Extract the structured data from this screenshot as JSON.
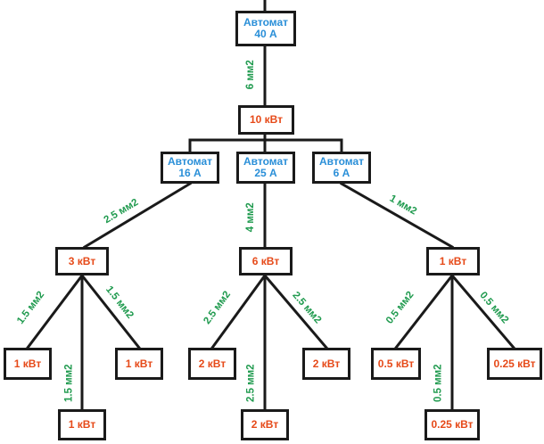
{
  "colors": {
    "line": "#1a1a1a",
    "breaker_text": "#2a8fd8",
    "load_text": "#e64a19",
    "wire_text": "#1f9a4e"
  },
  "main_breaker": {
    "line1": "Автомат",
    "line2": "40 А"
  },
  "main_wire": "6 мм2",
  "main_load": "10 кВт",
  "breakers": [
    {
      "line1": "Автомат",
      "line2": "16 А"
    },
    {
      "line1": "Автомат",
      "line2": "25 А"
    },
    {
      "line1": "Автомат",
      "line2": "6 А"
    }
  ],
  "branches": [
    {
      "feed_wire": "2.5 мм2",
      "load": "3 кВт",
      "sub_wires": [
        "1.5 мм2",
        "1.5 мм2",
        "1.5 мм2"
      ],
      "sub_loads": [
        "1 кВт",
        "1 кВт",
        "1 кВт"
      ]
    },
    {
      "feed_wire": "4 мм2",
      "load": "6 кВт",
      "sub_wires": [
        "2.5 мм2",
        "2.5 мм2",
        "2.5 мм2"
      ],
      "sub_loads": [
        "2 кВт",
        "2 кВт",
        "2 кВт"
      ]
    },
    {
      "feed_wire": "1 мм2",
      "load": "1 кВт",
      "sub_wires": [
        "0.5 мм2",
        "0.5 мм2",
        "0.5 мм2"
      ],
      "sub_loads": [
        "0.5 кВт",
        "0.25 кВт",
        "0.25 кВт"
      ]
    }
  ]
}
